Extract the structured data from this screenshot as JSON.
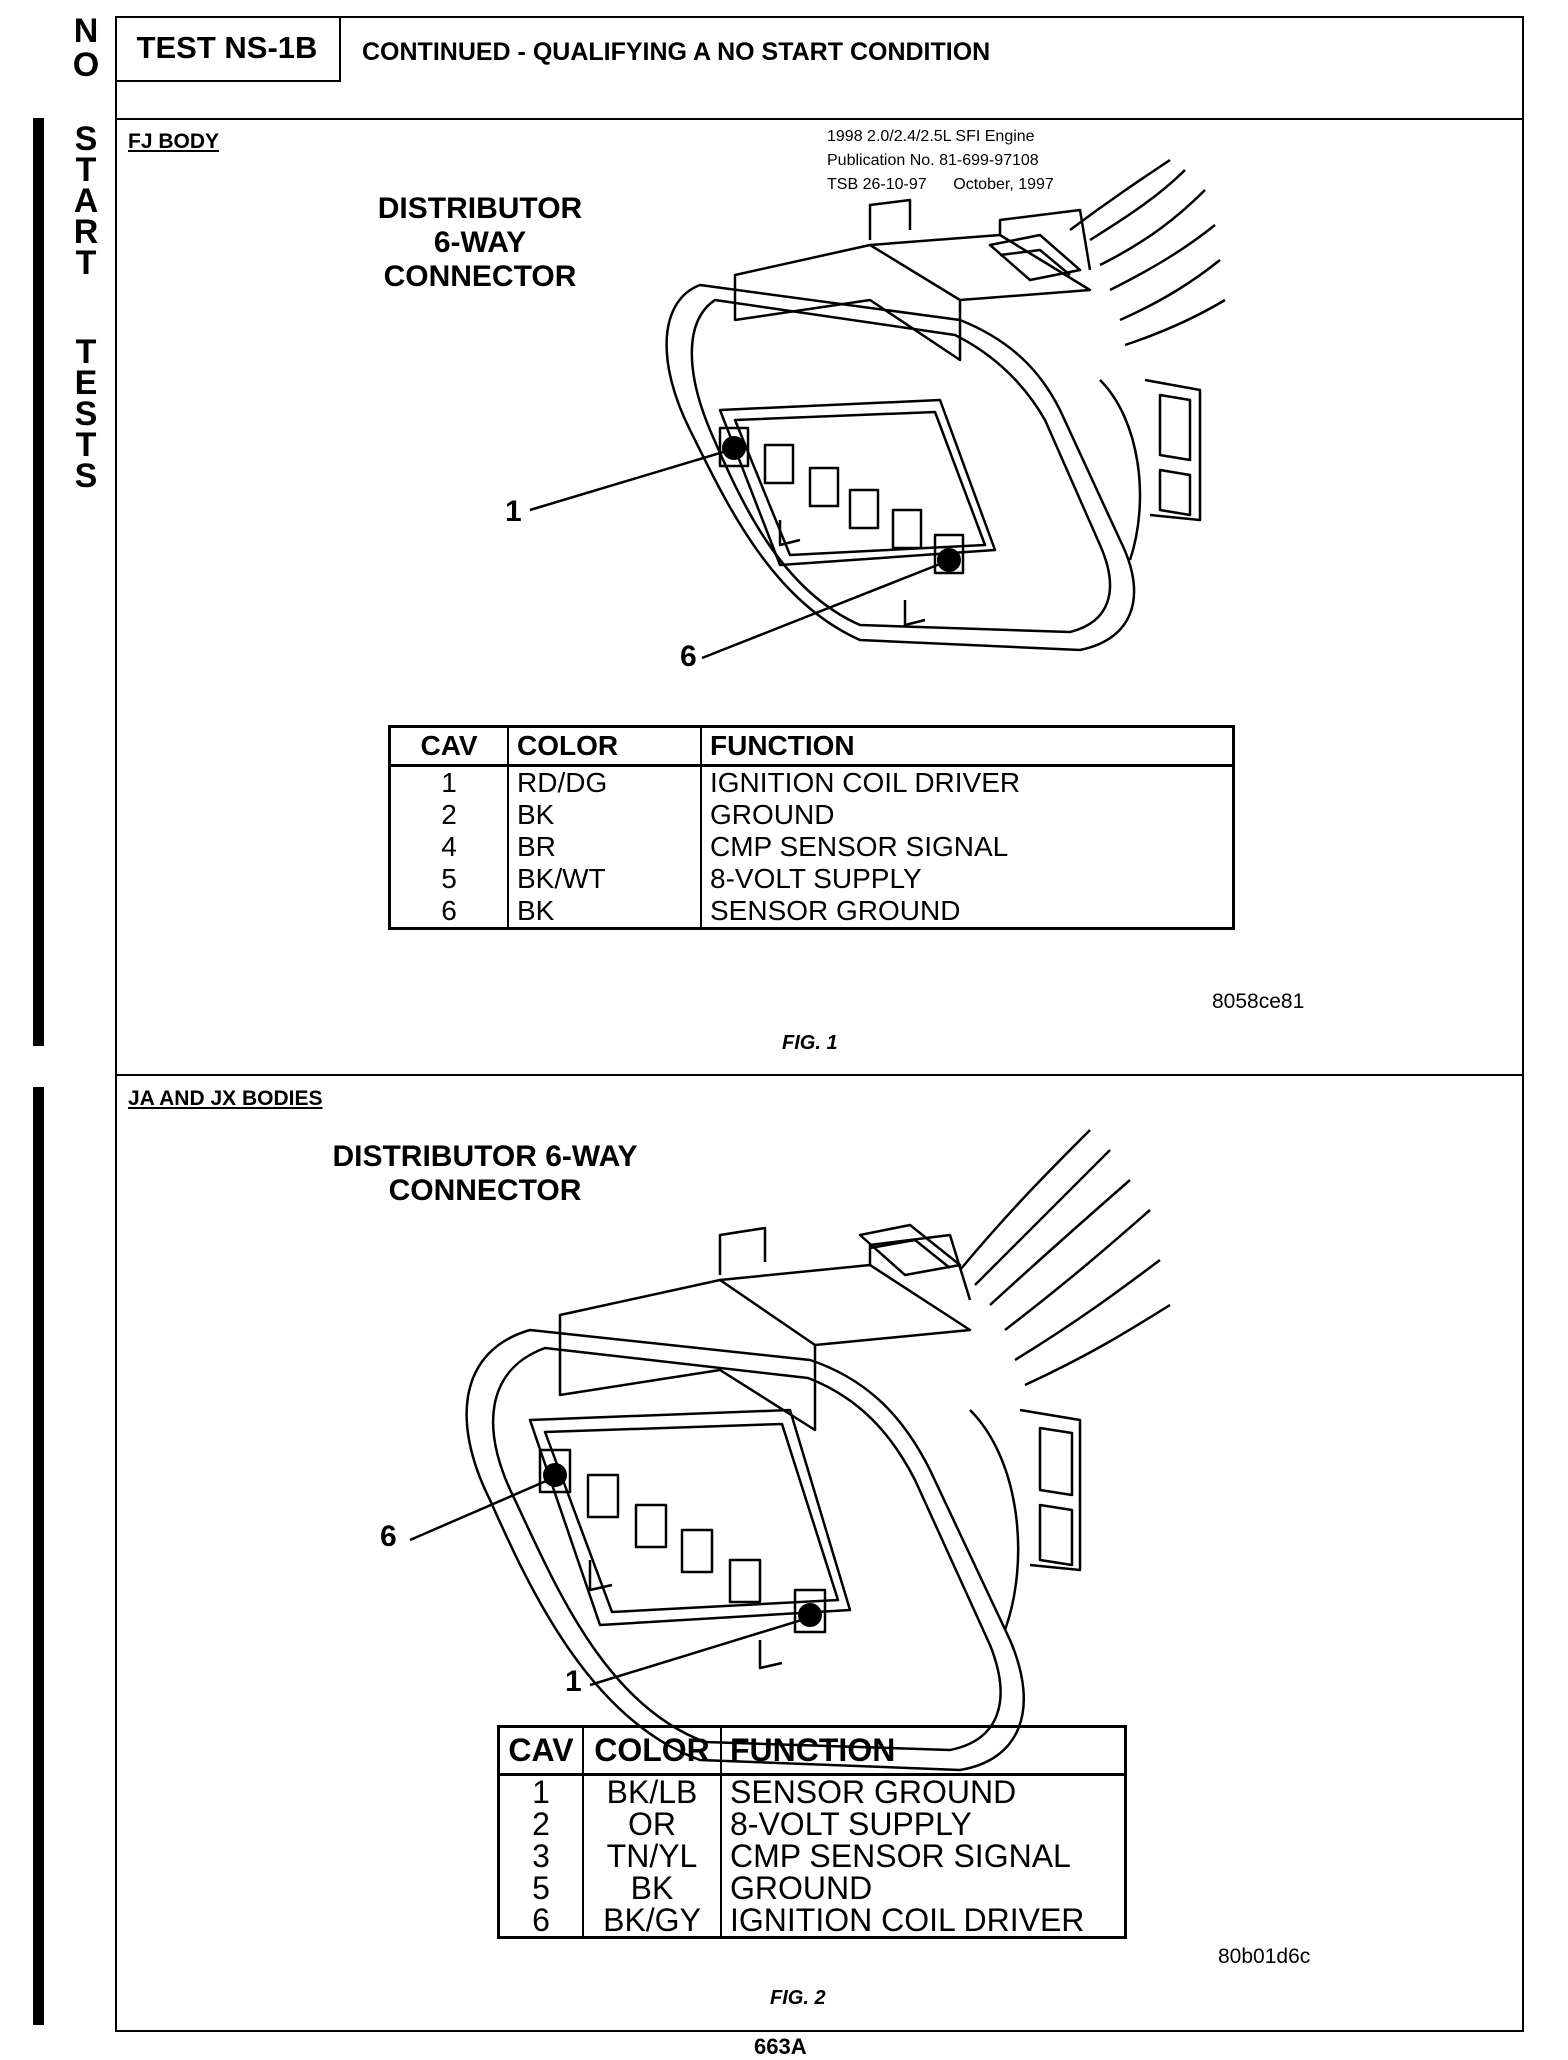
{
  "sidebar": {
    "letters": [
      "N",
      "O",
      "S",
      "T",
      "A",
      "R",
      "T",
      "T",
      "E",
      "S",
      "T",
      "S"
    ]
  },
  "header": {
    "test_id": "TEST NS-1B",
    "title": "CONTINUED - QUALIFYING A NO START CONDITION"
  },
  "publication": {
    "line1": "1998 2.0/2.4/2.5L SFI Engine",
    "line2": "Publication No. 81-699-97108",
    "line3": "TSB 26-10-97      October, 1997"
  },
  "fig1": {
    "section": "FJ BODY",
    "title_lines": [
      "DISTRIBUTOR",
      "6-WAY",
      "CONNECTOR"
    ],
    "callouts": [
      "1",
      "6"
    ],
    "table": {
      "headers": [
        "CAV",
        "COLOR",
        "FUNCTION"
      ],
      "rows": [
        [
          "1",
          "RD/DG",
          "IGNITION COIL DRIVER"
        ],
        [
          "2",
          "BK",
          "GROUND"
        ],
        [
          "4",
          "BR",
          "CMP SENSOR SIGNAL"
        ],
        [
          "5",
          "BK/WT",
          "8-VOLT SUPPLY"
        ],
        [
          "6",
          "BK",
          "SENSOR GROUND"
        ]
      ]
    },
    "code": "8058ce81",
    "caption": "FIG. 1"
  },
  "fig2": {
    "section": "JA AND JX BODIES",
    "title_lines": [
      "DISTRIBUTOR 6-WAY",
      "CONNECTOR"
    ],
    "callouts": [
      "6",
      "1"
    ],
    "table": {
      "headers": [
        "CAV",
        "COLOR",
        "FUNCTION"
      ],
      "rows": [
        [
          "1",
          "BK/LB",
          "SENSOR GROUND"
        ],
        [
          "2",
          "OR",
          "8-VOLT SUPPLY"
        ],
        [
          "3",
          "TN/YL",
          "CMP SENSOR SIGNAL"
        ],
        [
          "5",
          "BK",
          "GROUND"
        ],
        [
          "6",
          "BK/GY",
          "IGNITION COIL DRIVER"
        ]
      ]
    },
    "code": "80b01d6c",
    "caption": "FIG. 2"
  },
  "footer": {
    "page_number": "663A"
  }
}
